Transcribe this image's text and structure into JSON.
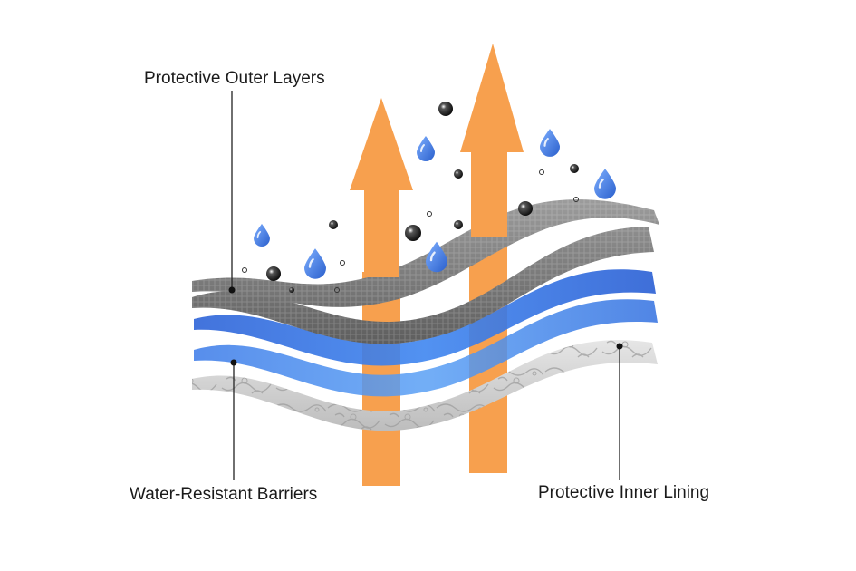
{
  "labels": {
    "outer": "Protective Outer Layers",
    "water": "Water-Resistant Barriers",
    "inner": "Protective Inner Lining"
  },
  "colors": {
    "arrow": "#f7a04e",
    "gray_layer": "#8a8a8a",
    "blue_layer": "#2f6fe0",
    "lining": "#d4d4d4",
    "droplet": "#3d78d8",
    "particle": "#1c1c1c",
    "leader_line": "#222222"
  },
  "icons": [
    "up-arrow-icon",
    "water-droplet-icon",
    "dirt-particle-icon"
  ]
}
